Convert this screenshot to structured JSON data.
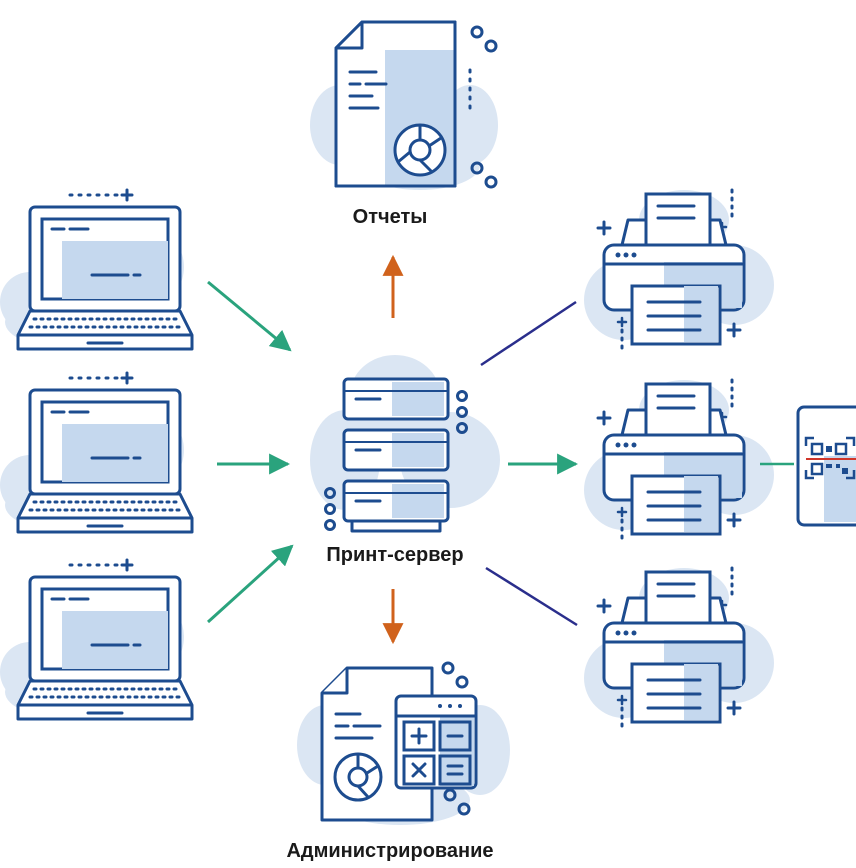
{
  "labels": {
    "reports": "Отчеты",
    "print_server": "Принт-сервер",
    "administration": "Администрирование"
  },
  "colors": {
    "outline": "#1d4c8f",
    "blob": "#dbe6f3",
    "fill": "#c5d8ee",
    "arrow_green": "#2aa37d",
    "arrow_orange": "#d0621c",
    "line_navy": "#2a2e8c"
  },
  "icons": {
    "computers": [
      "laptop-icon",
      "laptop-icon",
      "laptop-icon"
    ],
    "server": "server-icon",
    "reports": "report-document-icon",
    "administration": "admin-document-calculator-icon",
    "printers": [
      "printer-icon",
      "printer-icon",
      "printer-icon"
    ],
    "phone": "phone-qr-icon"
  }
}
